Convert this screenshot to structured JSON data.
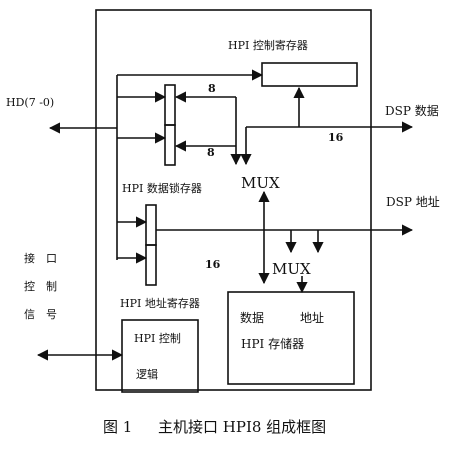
{
  "diagram": {
    "hpi_control_register": "HPI 控制寄存器",
    "hd_bus": "HD(7 -0)",
    "bit_width_upper": "8",
    "bit_width_lower": "8",
    "bit_width_dsp": "16",
    "bit_width_addr": "16",
    "mux_upper": "MUX",
    "mux_lower": "MUX",
    "dsp_data": "DSP 数据",
    "dsp_address": "DSP 地址",
    "hpi_data_latch": "HPI 数据锁存器",
    "hpi_address_register": "HPI 地址寄存器",
    "host_interface_control_signal": [
      "接　口",
      "控　制",
      "信　号"
    ],
    "hpi_control_logic": [
      "HPI 控制",
      "逻辑"
    ],
    "memory_labels": [
      "数据",
      "地址"
    ],
    "hpi_memory": "HPI 存储器"
  },
  "caption": {
    "figure_number": "图 1",
    "title": "主机接口 HPI8 组成框图"
  }
}
